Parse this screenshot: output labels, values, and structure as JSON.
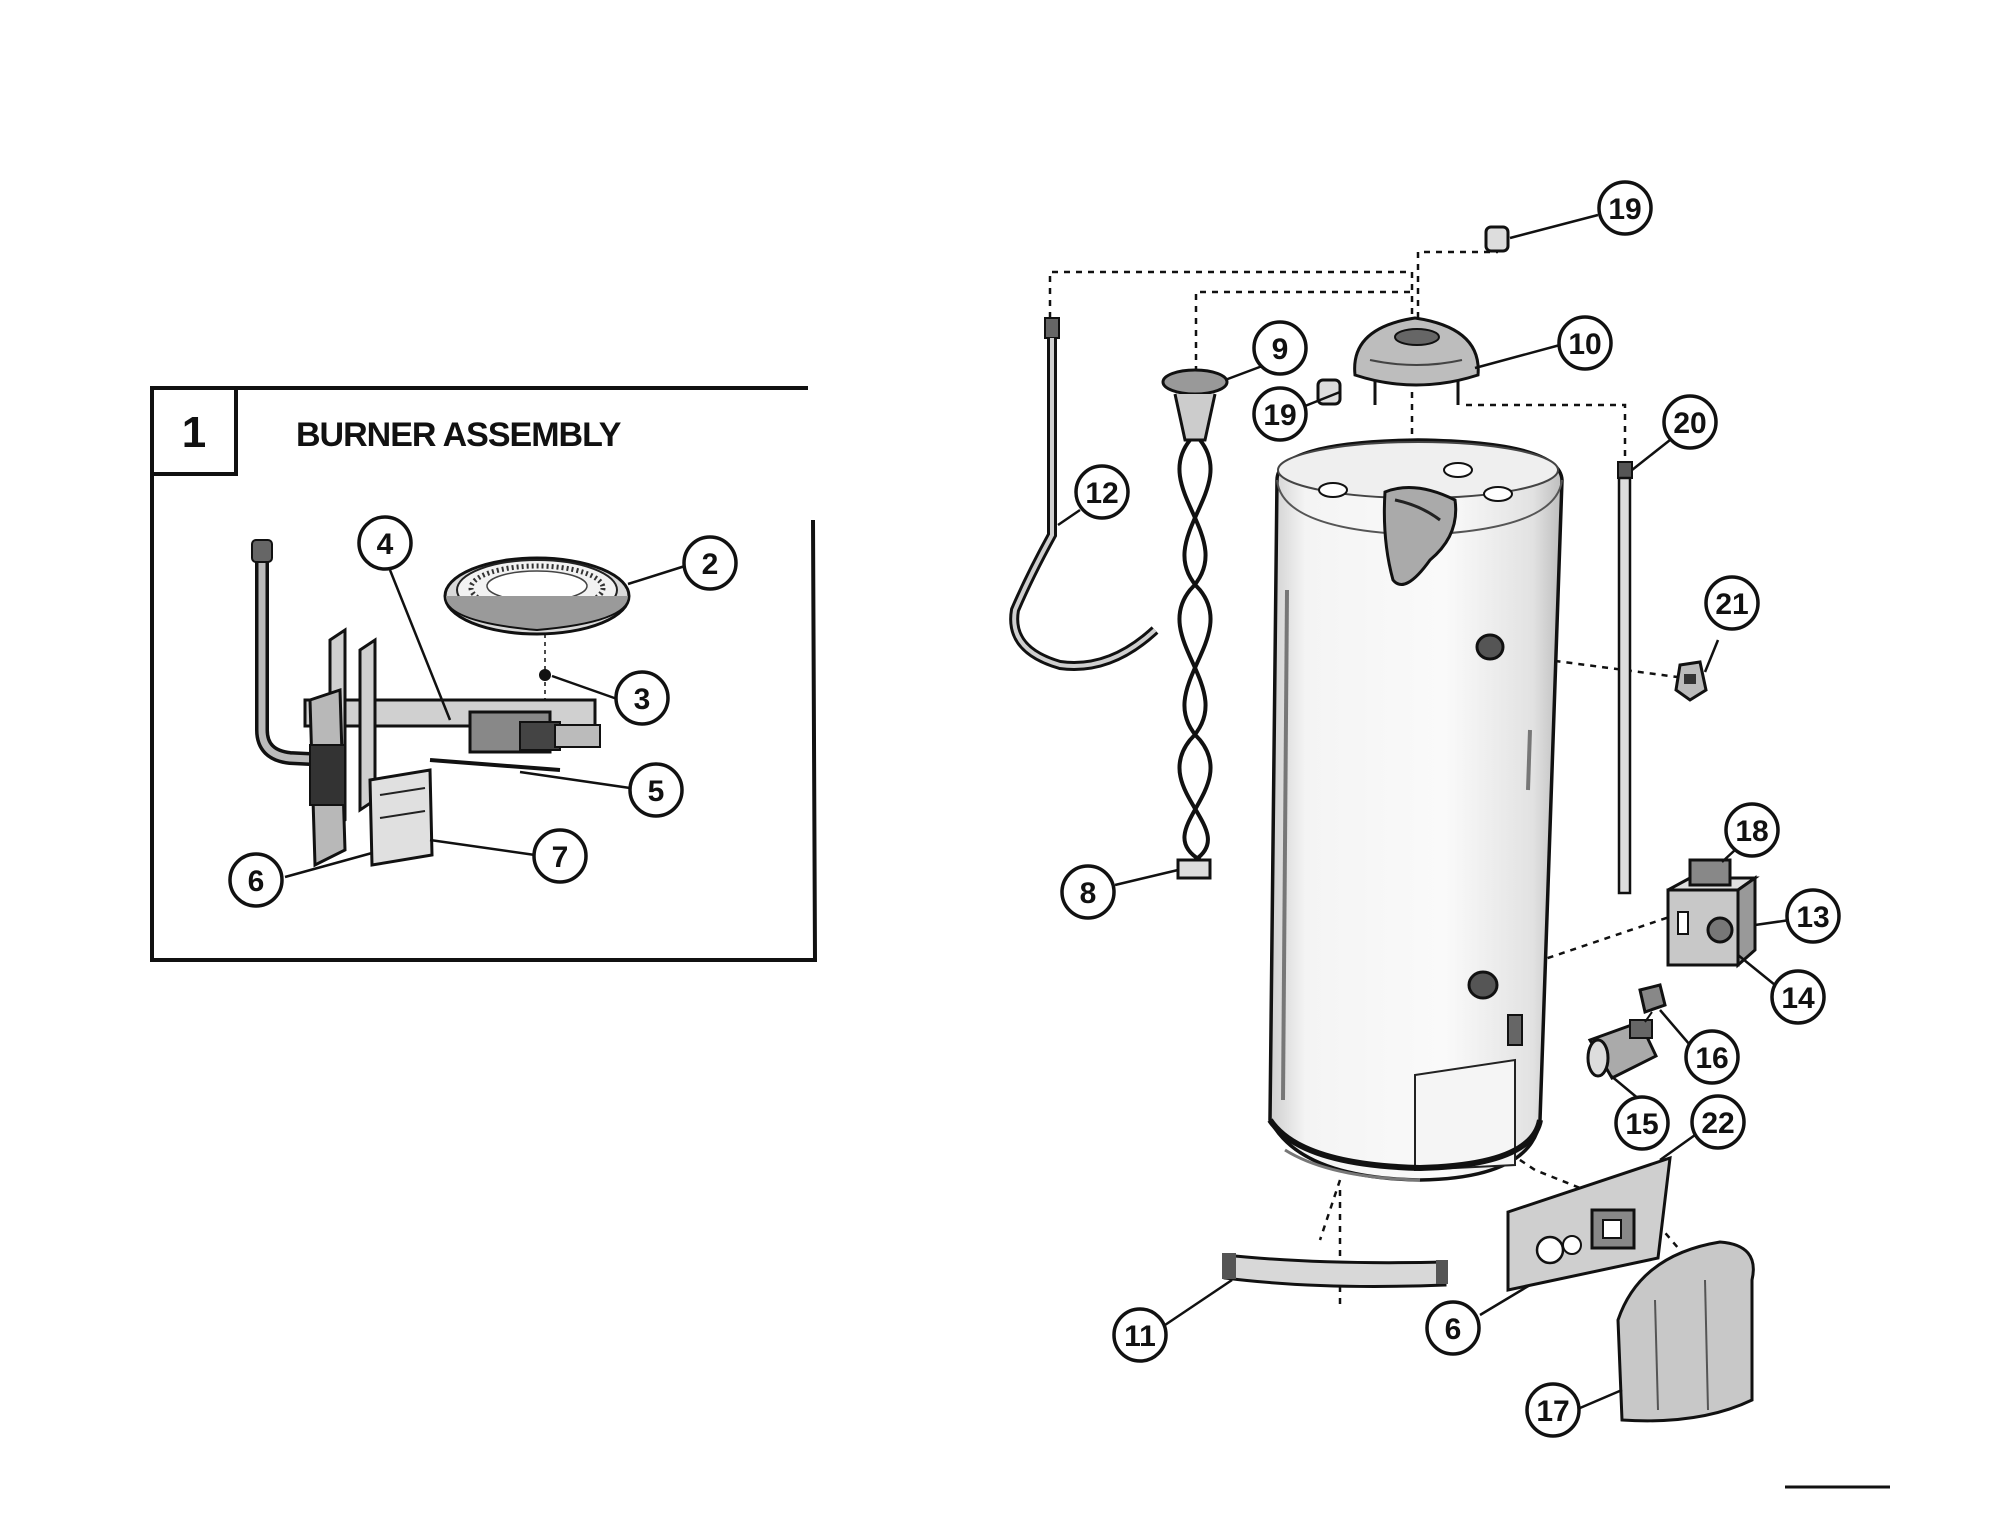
{
  "inset": {
    "panel_number": "1",
    "title": "BURNER ASSEMBLY",
    "callouts": [
      "2",
      "3",
      "4",
      "5",
      "6",
      "7"
    ]
  },
  "main": {
    "callouts": [
      "19",
      "19",
      "9",
      "10",
      "12",
      "20",
      "21",
      "8",
      "18",
      "13",
      "14",
      "16",
      "15",
      "22",
      "11",
      "6",
      "17"
    ]
  }
}
